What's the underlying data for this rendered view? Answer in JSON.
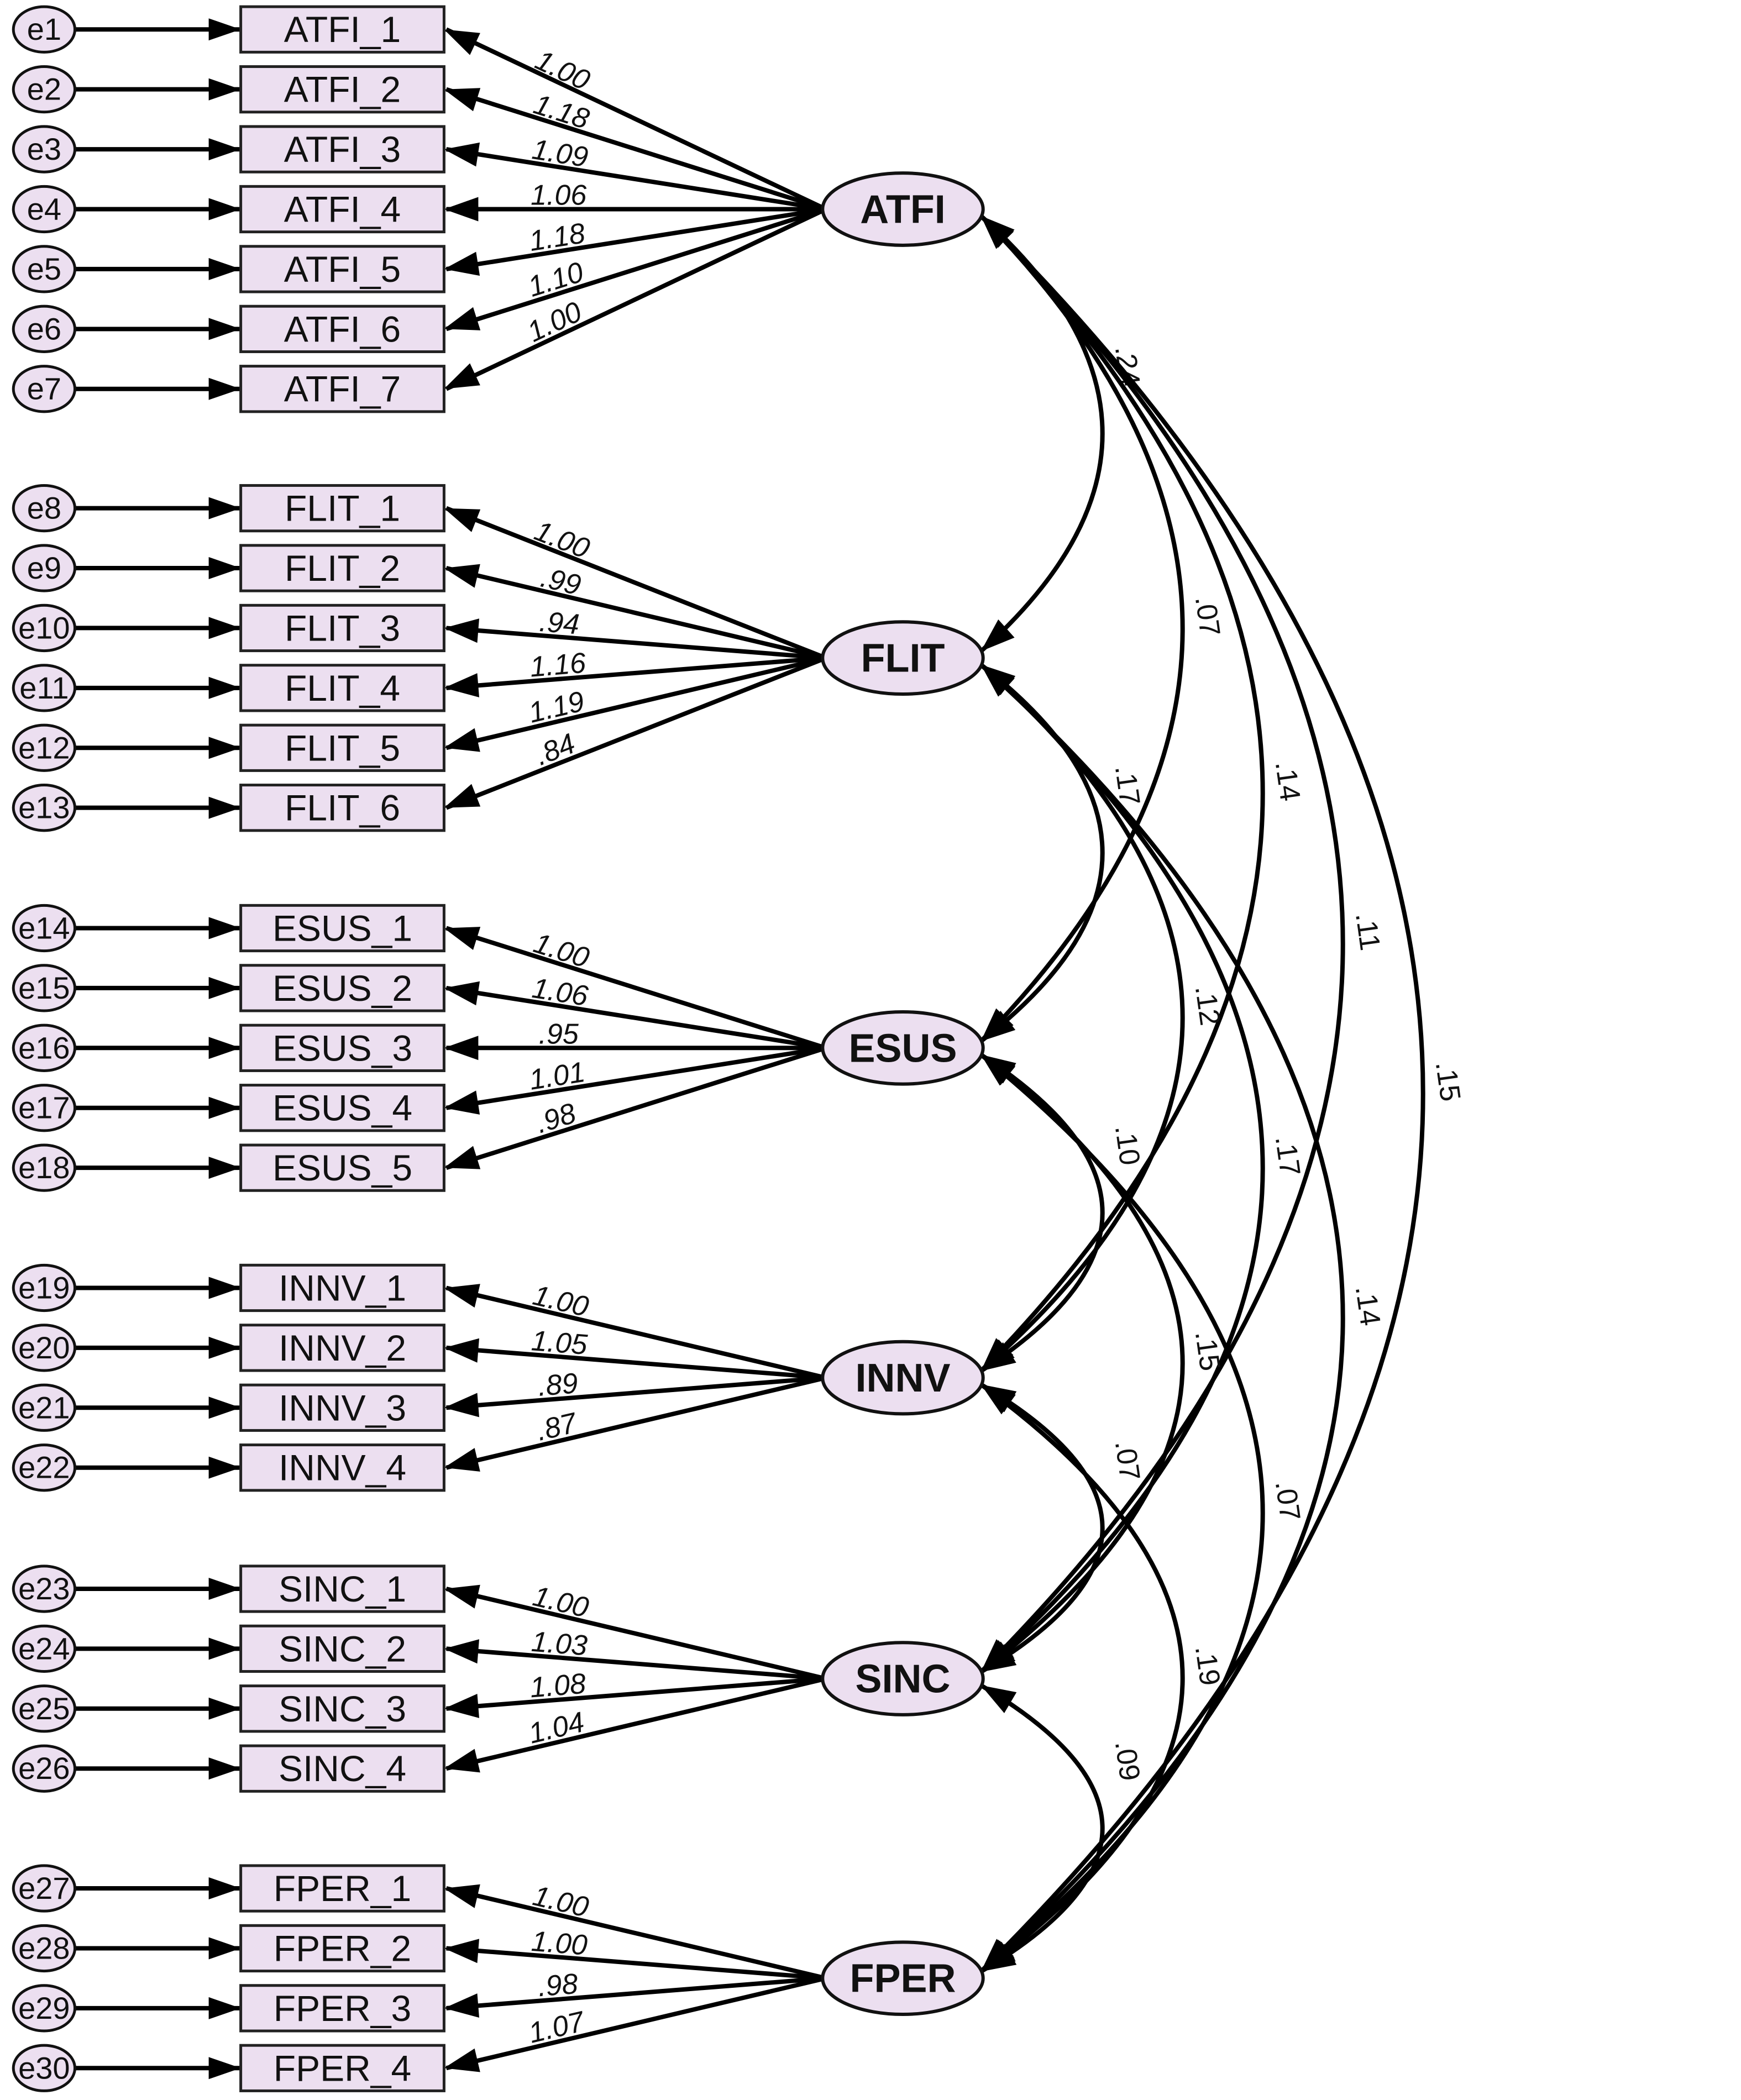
{
  "colors": {
    "node_fill": "#ecdff0",
    "stroke": "#111111",
    "background": "#ffffff"
  },
  "latents": [
    {
      "name": "ATFI",
      "indicators": [
        "ATFI_1",
        "ATFI_2",
        "ATFI_3",
        "ATFI_4",
        "ATFI_5",
        "ATFI_6",
        "ATFI_7"
      ],
      "errors": [
        "e1",
        "e2",
        "e3",
        "e4",
        "e5",
        "e6",
        "e7"
      ],
      "loadings": [
        "1.00",
        "1.18",
        "1.09",
        "1.06",
        "1.18",
        "1.10",
        "1.00"
      ]
    },
    {
      "name": "FLIT",
      "indicators": [
        "FLIT_1",
        "FLIT_2",
        "FLIT_3",
        "FLIT_4",
        "FLIT_5",
        "FLIT_6"
      ],
      "errors": [
        "e8",
        "e9",
        "e10",
        "e11",
        "e12",
        "e13"
      ],
      "loadings": [
        "1.00",
        ".99",
        ".94",
        "1.16",
        "1.19",
        ".84"
      ]
    },
    {
      "name": "ESUS",
      "indicators": [
        "ESUS_1",
        "ESUS_2",
        "ESUS_3",
        "ESUS_4",
        "ESUS_5"
      ],
      "errors": [
        "e14",
        "e15",
        "e16",
        "e17",
        "e18"
      ],
      "loadings": [
        "1.00",
        "1.06",
        ".95",
        "1.01",
        ".98"
      ]
    },
    {
      "name": "INNV",
      "indicators": [
        "INNV_1",
        "INNV_2",
        "INNV_3",
        "INNV_4"
      ],
      "errors": [
        "e19",
        "e20",
        "e21",
        "e22"
      ],
      "loadings": [
        "1.00",
        "1.05",
        ".89",
        ".87"
      ]
    },
    {
      "name": "SINC",
      "indicators": [
        "SINC_1",
        "SINC_2",
        "SINC_3",
        "SINC_4"
      ],
      "errors": [
        "e23",
        "e24",
        "e25",
        "e26"
      ],
      "loadings": [
        "1.00",
        "1.03",
        "1.08",
        "1.04"
      ]
    },
    {
      "name": "FPER",
      "indicators": [
        "FPER_1",
        "FPER_2",
        "FPER_3",
        "FPER_4"
      ],
      "errors": [
        "e27",
        "e28",
        "e29",
        "e30"
      ],
      "loadings": [
        "1.00",
        "1.00",
        ".98",
        "1.07"
      ]
    }
  ],
  "covariances": [
    {
      "from": "ATFI",
      "to": "FLIT",
      "value": ".24"
    },
    {
      "from": "ATFI",
      "to": "ESUS",
      "value": ".07"
    },
    {
      "from": "ATFI",
      "to": "INNV",
      "value": ".14"
    },
    {
      "from": "ATFI",
      "to": "SINC",
      "value": ".11"
    },
    {
      "from": "ATFI",
      "to": "FPER",
      "value": ".15"
    },
    {
      "from": "FLIT",
      "to": "ESUS",
      "value": ".17"
    },
    {
      "from": "FLIT",
      "to": "INNV",
      "value": ".12"
    },
    {
      "from": "FLIT",
      "to": "SINC",
      "value": ".17"
    },
    {
      "from": "FLIT",
      "to": "FPER",
      "value": ".14"
    },
    {
      "from": "ESUS",
      "to": "INNV",
      "value": ".10"
    },
    {
      "from": "ESUS",
      "to": "SINC",
      "value": ".15"
    },
    {
      "from": "ESUS",
      "to": "FPER",
      "value": ".07"
    },
    {
      "from": "INNV",
      "to": "SINC",
      "value": ".07"
    },
    {
      "from": "INNV",
      "to": "FPER",
      "value": ".19"
    },
    {
      "from": "SINC",
      "to": "FPER",
      "value": ".09"
    }
  ]
}
